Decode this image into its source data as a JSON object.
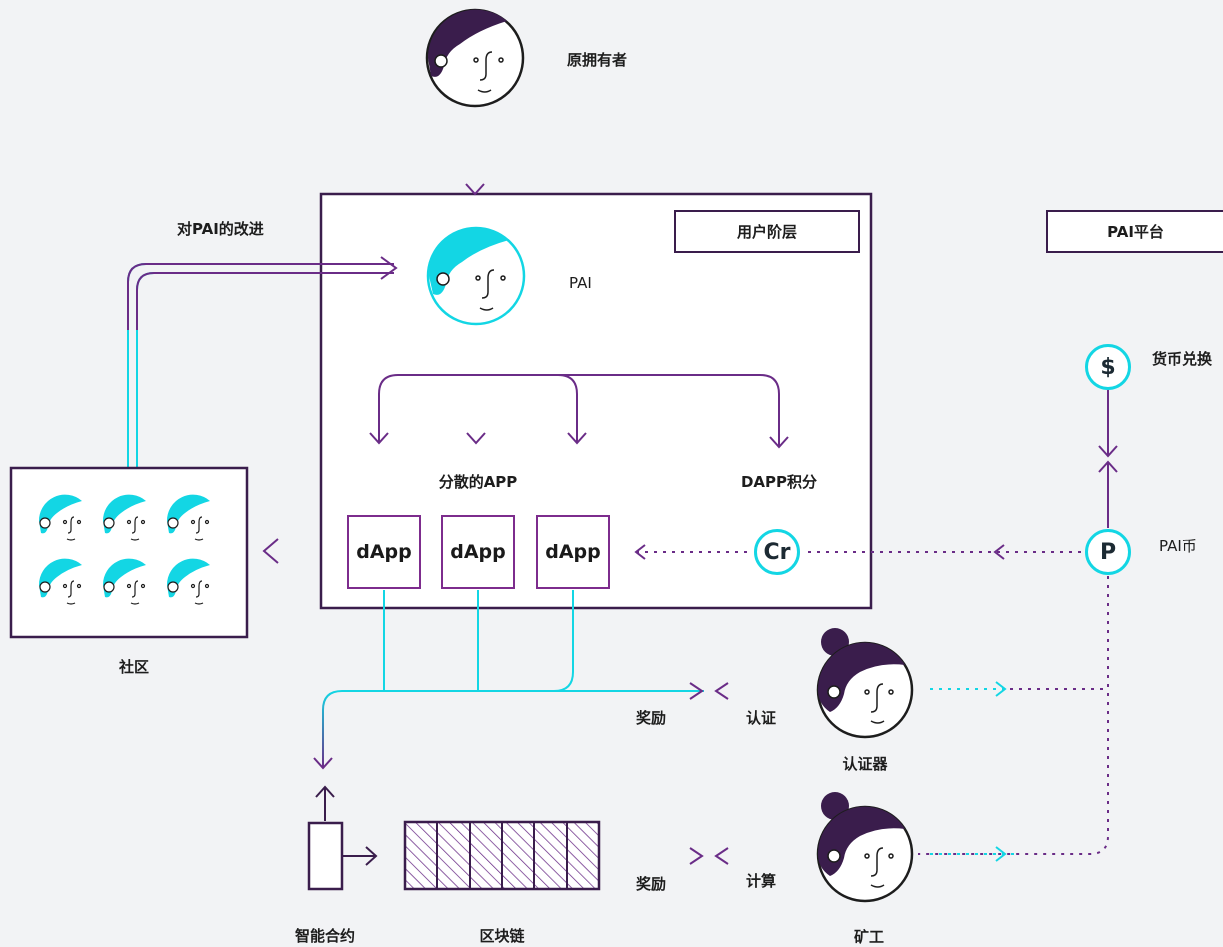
{
  "labels": {
    "original_owner": "原拥有者",
    "improvements": "对PAI的改进",
    "pai": "PAI",
    "user_layer": "用户阶层",
    "pai_platform": "PAI平台",
    "currency_exchange": "货币兑换",
    "decentralized_apps": "分散的APP",
    "dapp_credits": "DAPP积分",
    "pai_coin": "PAI币",
    "community": "社区",
    "reward_1": "奖励",
    "certify": "认证",
    "certifier": "认证器",
    "reward_2": "奖励",
    "compute": "计算",
    "smart_contract": "智能合约",
    "blockchain": "区块链",
    "miner": "矿工"
  },
  "dapps": [
    "dApp",
    "dApp",
    "dApp"
  ],
  "coins": {
    "credit": "Cr",
    "pai": "P",
    "dollar": "$"
  },
  "colors": {
    "purple": "#6a2c87",
    "dark_purple": "#3a1d4c",
    "cyan": "#13d6e4",
    "blue": "#4a7fd6",
    "background": "#f2f3f5"
  }
}
